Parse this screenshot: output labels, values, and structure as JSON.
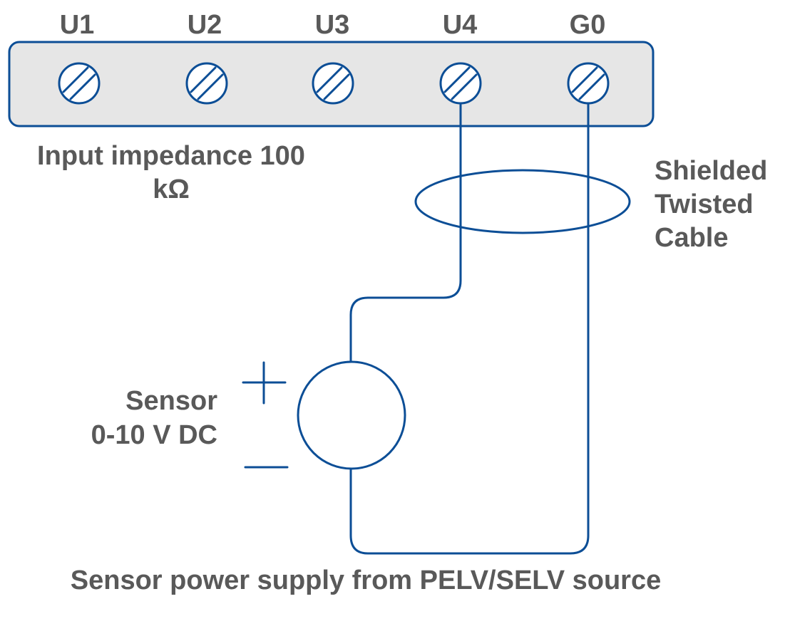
{
  "colors": {
    "wire": "#0c4e96",
    "label": "#595959",
    "terminal_block_fill": "#e6e6e6",
    "background": "#ffffff"
  },
  "terminals": [
    {
      "id": "u1",
      "label": "U1"
    },
    {
      "id": "u2",
      "label": "U2"
    },
    {
      "id": "u3",
      "label": "U3"
    },
    {
      "id": "u4",
      "label": "U4"
    },
    {
      "id": "g0",
      "label": "G0"
    }
  ],
  "labels": {
    "impedance_line1": "Input impedance 100",
    "impedance_line2": "kΩ",
    "cable_line1": "Shielded",
    "cable_line2": "Twisted",
    "cable_line3": "Cable",
    "sensor_line1": "Sensor",
    "sensor_line2": "0-10 V DC",
    "power_supply": "Sensor power supply from PELV/SELV source"
  },
  "icons": {
    "terminal_screw": "screw-terminal-icon",
    "sensor_source": "voltage-source-icon",
    "plus_sign": "plus-icon",
    "minus_sign": "minus-icon",
    "cable_shield": "cable-shield-ellipse"
  }
}
